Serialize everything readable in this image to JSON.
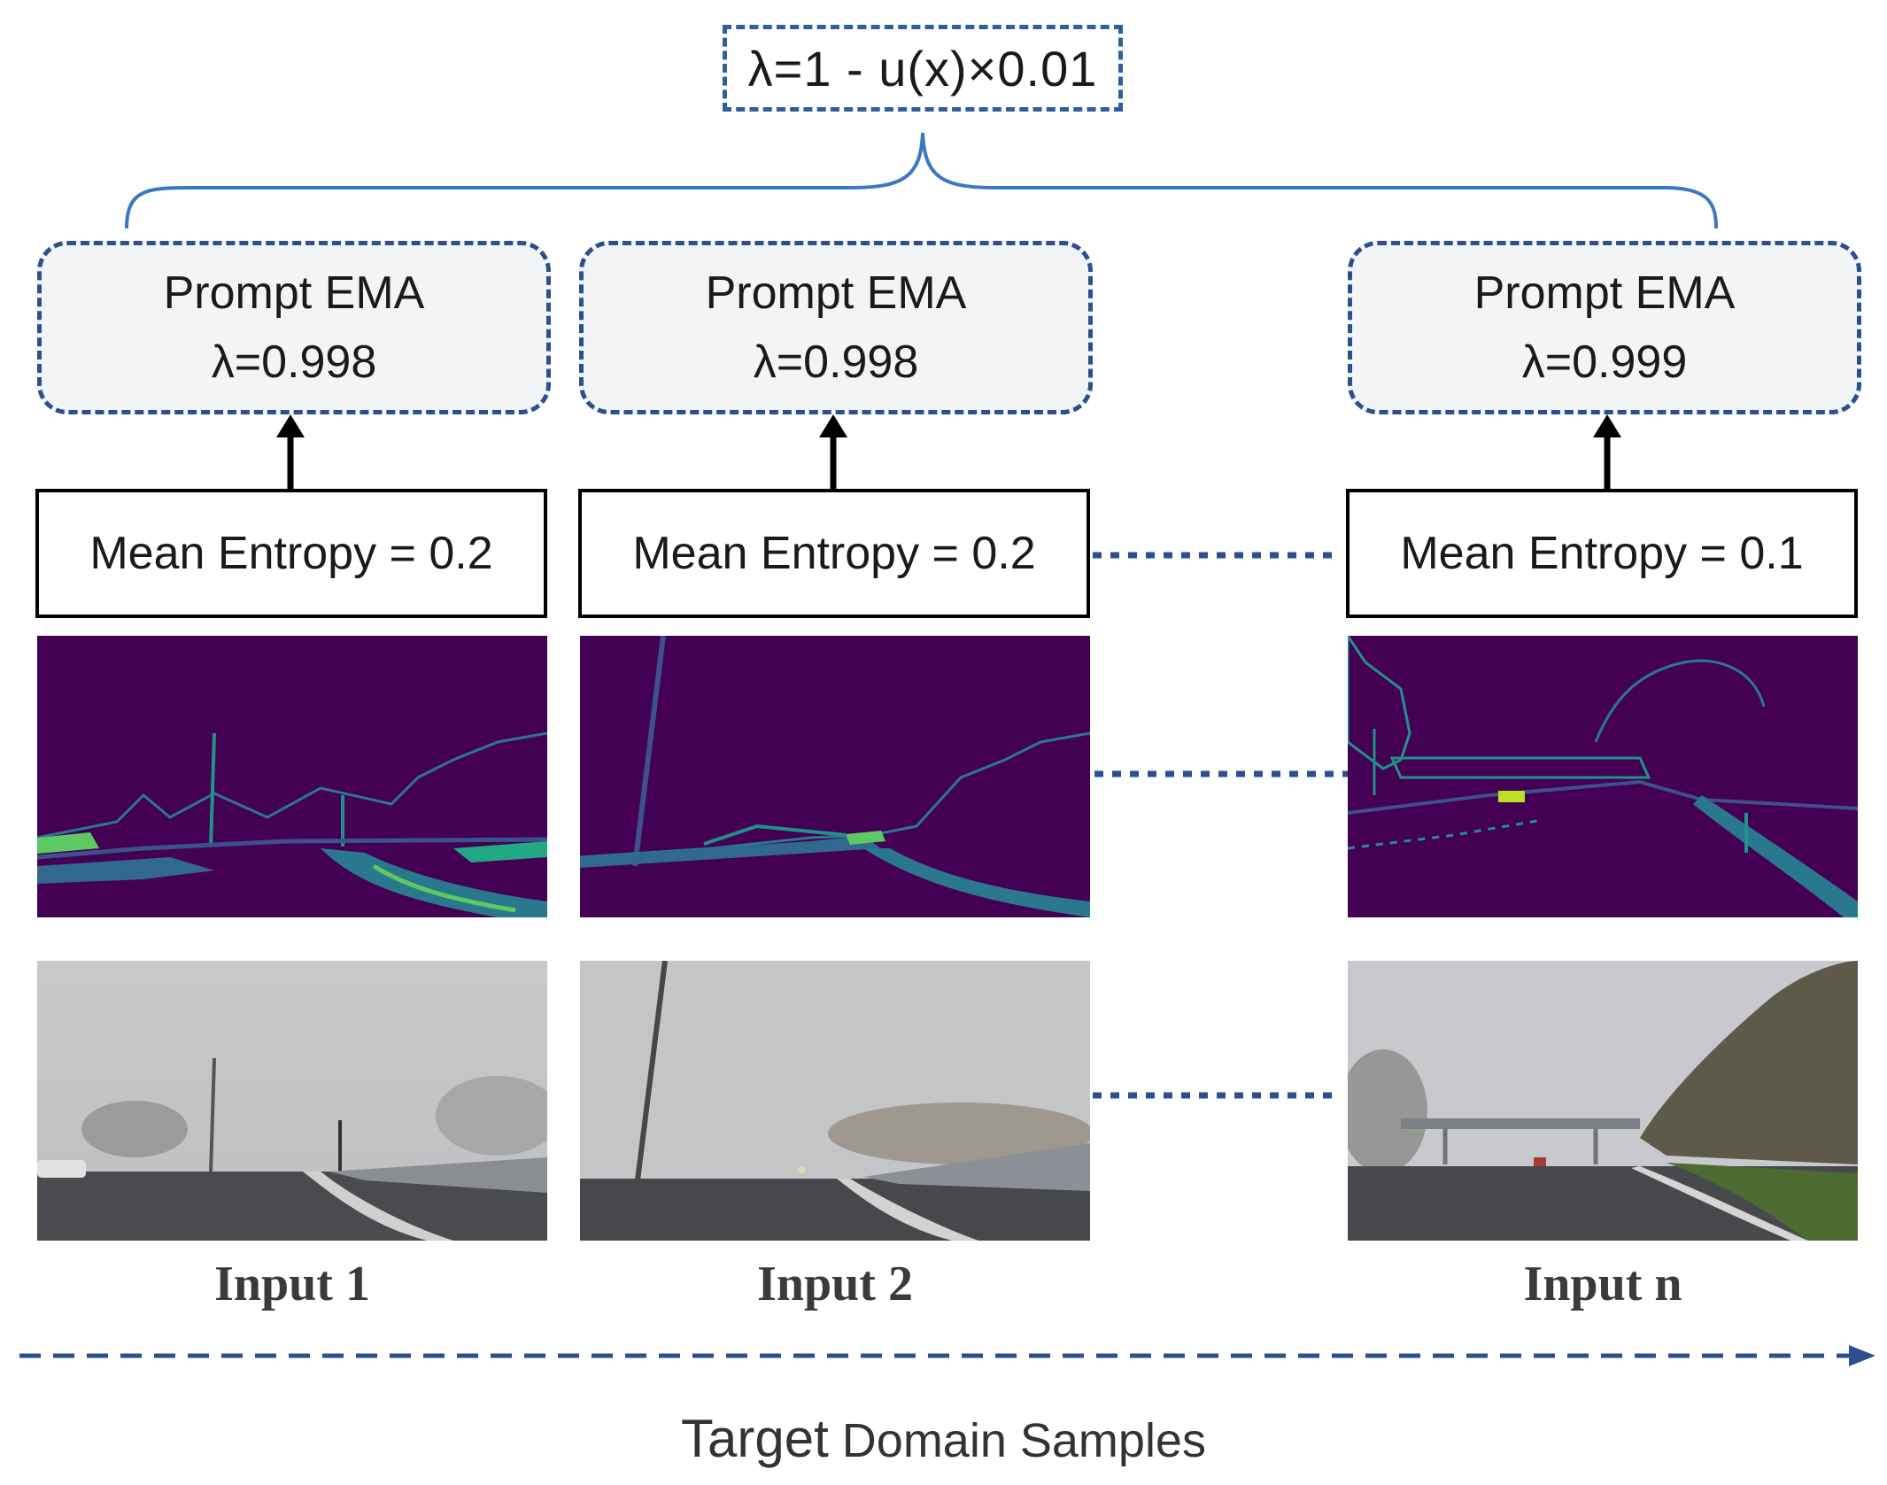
{
  "formula": "λ=1 - u(x)×0.01",
  "columns": [
    {
      "ema_title": "Prompt EMA",
      "ema_lambda": "λ=0.998",
      "entropy": "Mean Entropy = 0.2",
      "input_label": "Input 1"
    },
    {
      "ema_title": "Prompt EMA",
      "ema_lambda": "λ=0.998",
      "entropy": "Mean Entropy = 0.2",
      "input_label": "Input 2"
    },
    {
      "ema_title": "Prompt EMA",
      "ema_lambda": "λ=0.999",
      "entropy": "Mean Entropy = 0.1",
      "input_label": "Input n"
    }
  ],
  "axis_label_part1": "Target",
  "axis_label_part2": "Domain Samples",
  "colors": {
    "dashed_border": "#2b4f8f",
    "brace": "#3a78c0",
    "entropy_map_bg": "#440154",
    "entropy_map_edge": "#21918c",
    "entropy_map_high": "#5ec962",
    "fog_sky": "#c8c9cb",
    "road": "#4a4b4e"
  }
}
